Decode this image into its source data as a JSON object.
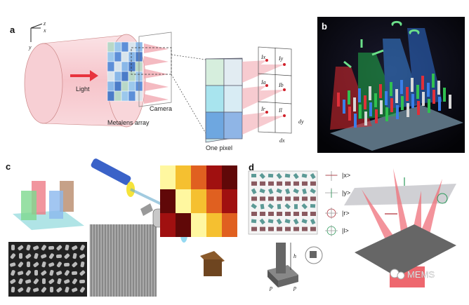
{
  "panels": {
    "a": {
      "letter": "a",
      "axes": {
        "z": "z",
        "x": "x",
        "y": "y"
      },
      "light": "Light",
      "metalens": "Metalens array",
      "camera": "Camera",
      "one_pixel": "One pixel",
      "intensity_labels": [
        "Ix",
        "Iy",
        "Ia",
        "Ib",
        "Ir",
        "Il"
      ],
      "dx": "dx",
      "dy": "dy"
    },
    "b": {
      "letter": "b"
    },
    "c": {
      "letter": "c"
    },
    "d": {
      "letter": "d",
      "states": [
        "|x>",
        "|y>",
        "|r>",
        "|l>"
      ],
      "h": "h",
      "p1": "p",
      "p2": "p"
    }
  },
  "watermark": "MEMS",
  "colors": {
    "pink": "#f4b8bf",
    "red": "#e8343e",
    "blue": "#4a86d0",
    "dark": "#0b0b14"
  }
}
